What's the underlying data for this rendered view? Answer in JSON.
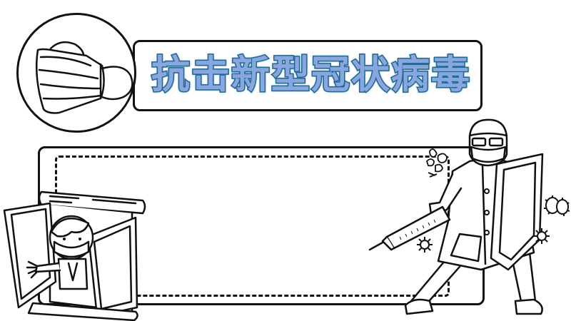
{
  "header": {
    "title": "抗击新型冠状病毒",
    "title_fill_color": "#8aa6e0",
    "title_stroke_color": "#1f6b93"
  },
  "illustrations": {
    "mask_icon": "face-mask-icon",
    "window_child": "child-at-window-illustration",
    "doctor": "doctor-with-syringe-and-shield-illustration",
    "viruses": "virus-icon"
  },
  "content_area": {
    "text": ""
  },
  "colors": {
    "line": "#111111",
    "background": "#ffffff"
  }
}
